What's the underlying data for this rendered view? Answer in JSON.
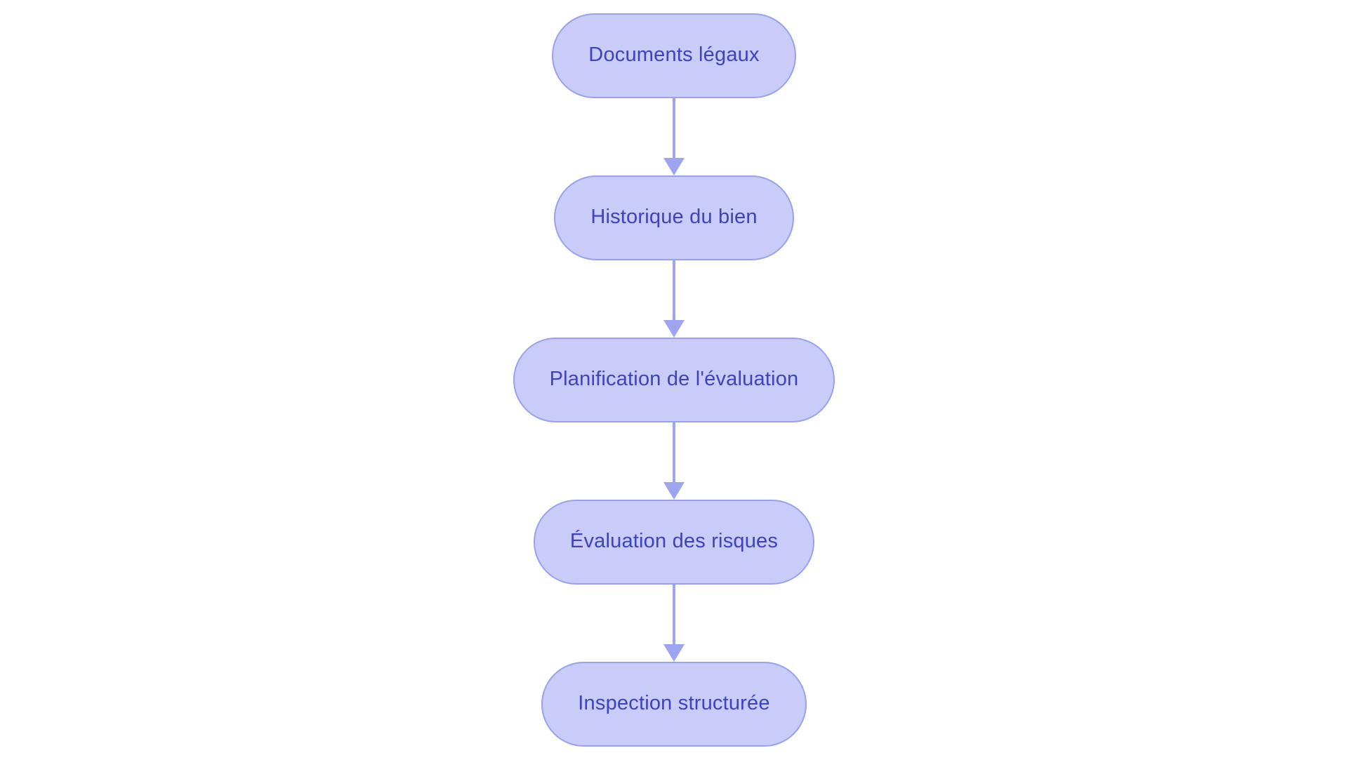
{
  "page": {
    "background_color": "#ffffff"
  },
  "flowchart": {
    "type": "flowchart",
    "direction": "top-to-bottom",
    "node_fill_color": "#c9ccf8",
    "node_border_color": "#99a1ee",
    "node_text_color": "#3d43bd",
    "arrow_color": "#9da5f0",
    "nodes": [
      {
        "id": "node-1",
        "label": "Documents légaux"
      },
      {
        "id": "node-2",
        "label": "Historique du bien"
      },
      {
        "id": "node-3",
        "label": "Planification de l'évaluation"
      },
      {
        "id": "node-4",
        "label": "Évaluation des risques"
      },
      {
        "id": "node-5",
        "label": "Inspection structurée"
      }
    ],
    "edges": [
      {
        "from": "node-1",
        "to": "node-2"
      },
      {
        "from": "node-2",
        "to": "node-3"
      },
      {
        "from": "node-3",
        "to": "node-4"
      },
      {
        "from": "node-4",
        "to": "node-5"
      }
    ]
  }
}
